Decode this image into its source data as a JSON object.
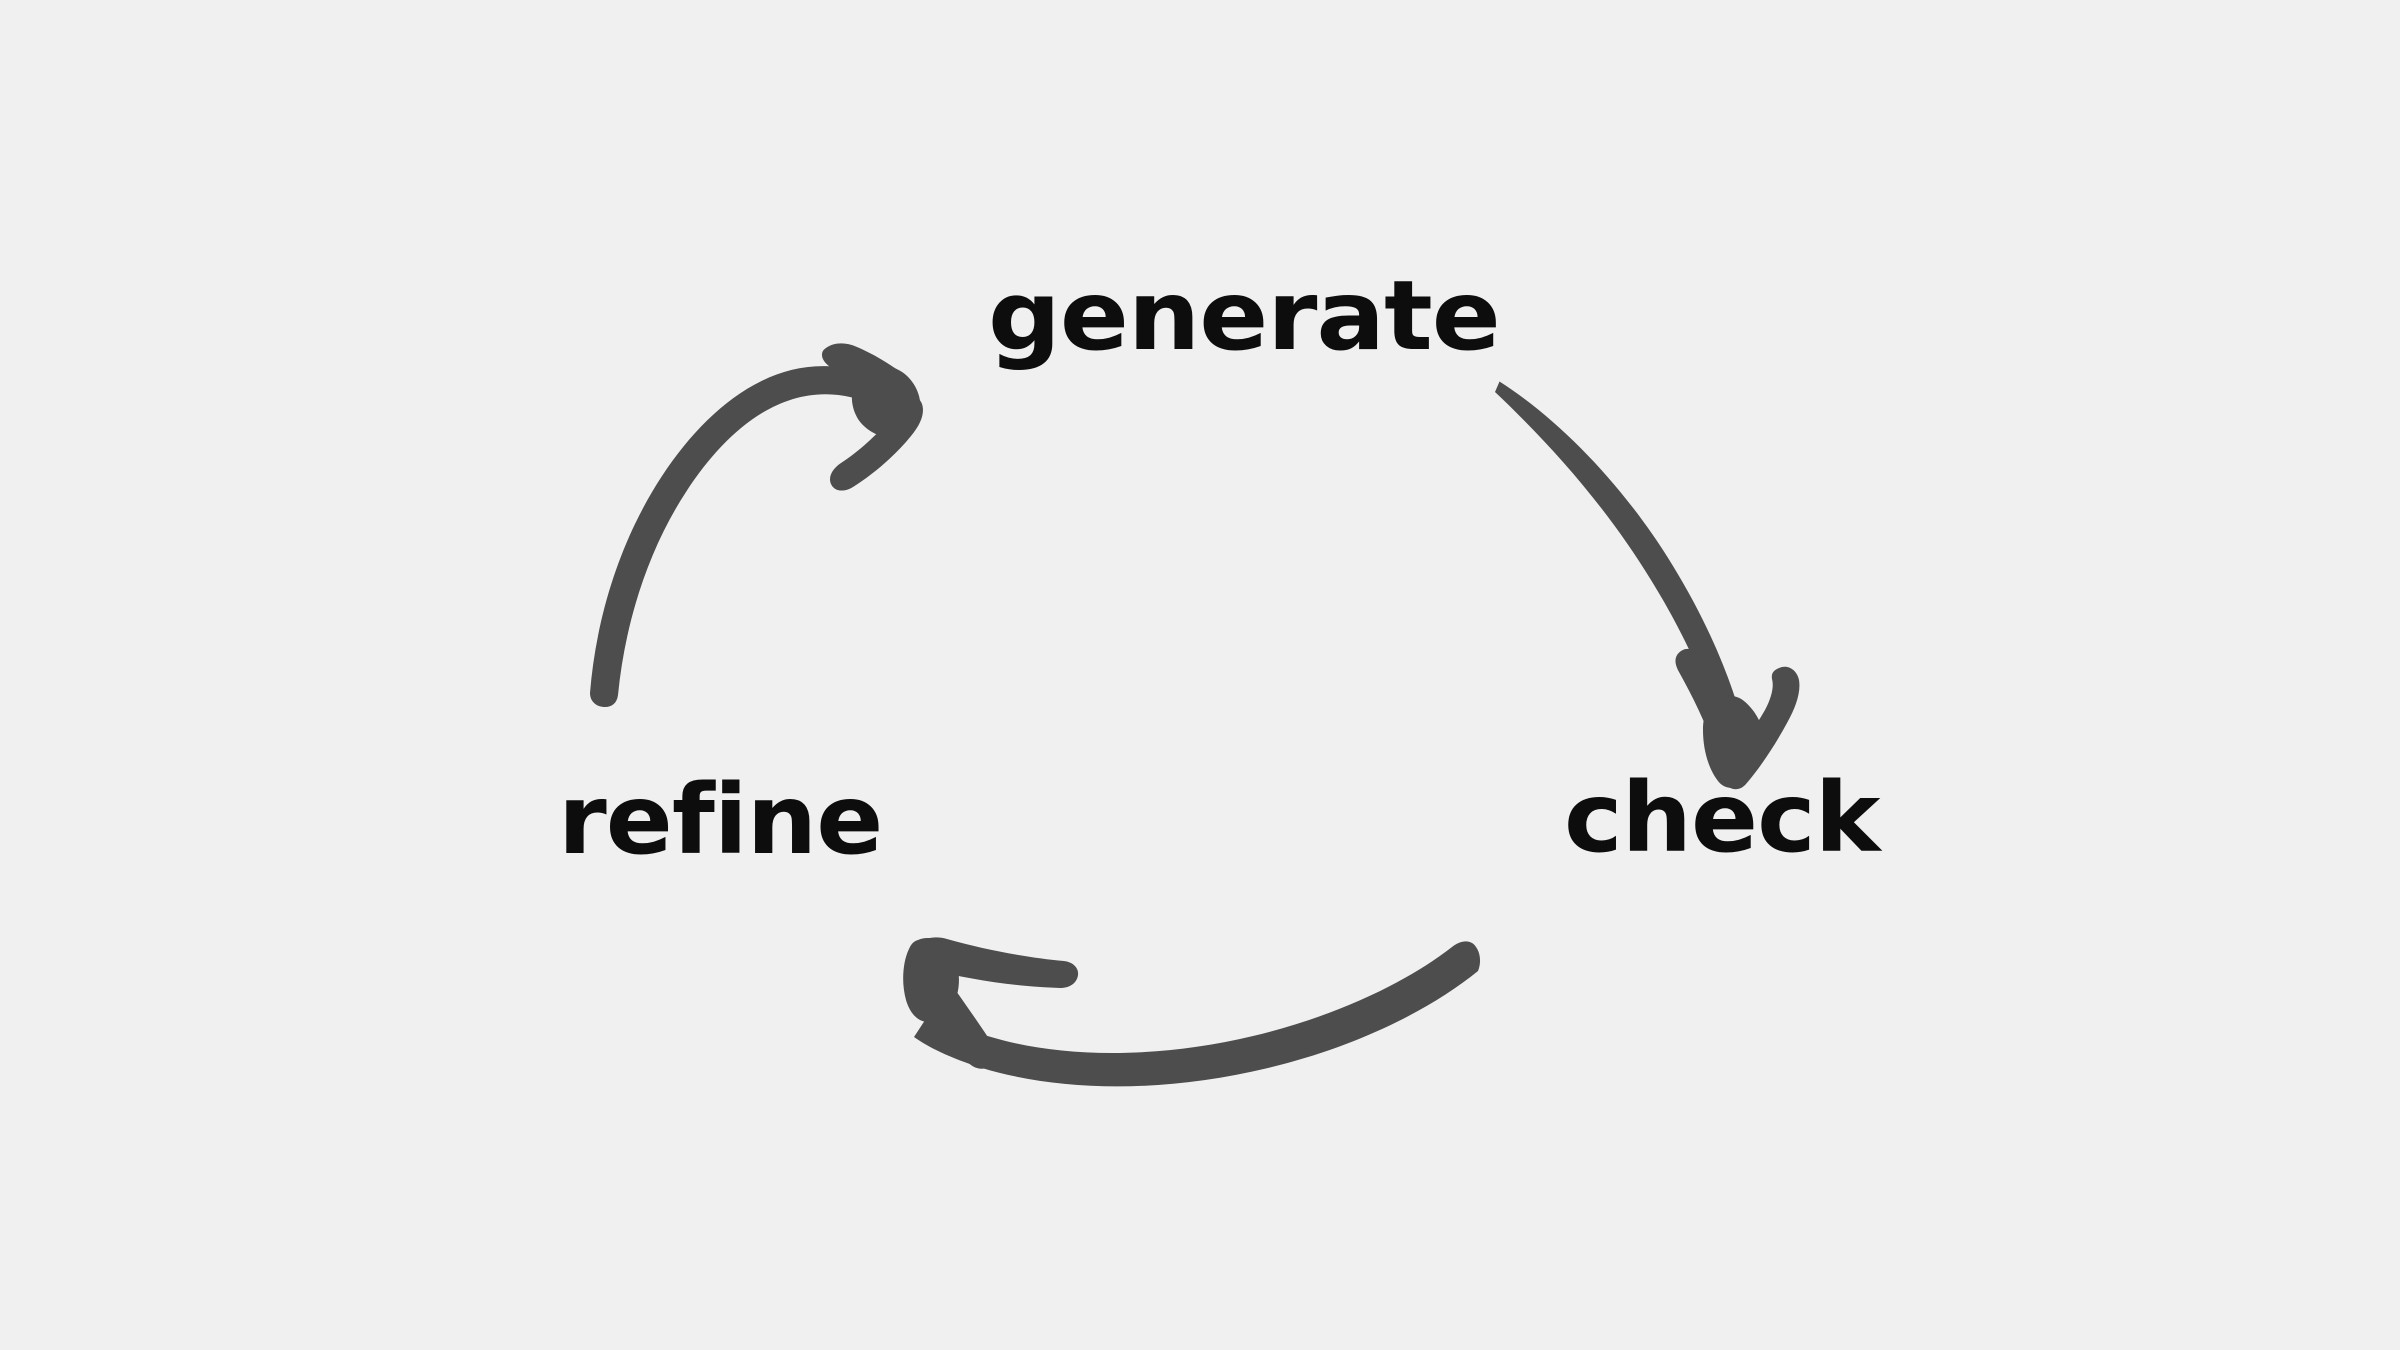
{
  "diagram": {
    "title": "generate-check-refine cycle",
    "background_color": "#f0f0f0",
    "stroke_color": "#4d4d4d",
    "text_color": "#0d0d0d",
    "direction": "clockwise",
    "stages": [
      {
        "id": "generate",
        "label": "generate",
        "position": "top"
      },
      {
        "id": "check",
        "label": "check",
        "position": "right"
      },
      {
        "id": "refine",
        "label": "refine",
        "position": "left"
      }
    ],
    "arrows": [
      {
        "id": "generate-to-check",
        "name": "arrow-generate-to-check",
        "from": "generate",
        "to": "check",
        "style": "hand-drawn-tapered",
        "direction": "down-right"
      },
      {
        "id": "check-to-refine",
        "name": "arrow-check-to-refine",
        "from": "check",
        "to": "refine",
        "style": "hand-drawn-tapered",
        "direction": "left"
      },
      {
        "id": "refine-to-generate",
        "name": "arrow-refine-to-generate",
        "from": "refine",
        "to": "generate",
        "style": "hand-drawn-tapered",
        "direction": "up-right"
      }
    ]
  }
}
